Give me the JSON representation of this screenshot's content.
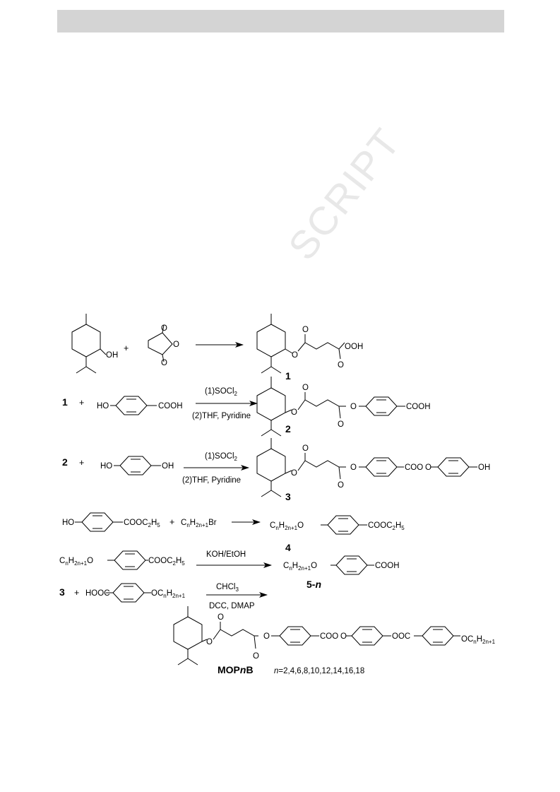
{
  "watermark": "SCRIPT",
  "row1": {
    "oh": "OH",
    "plus": "+",
    "anhydride_o1": "O",
    "anhydride_o2": "O",
    "anhydride_o3": "O",
    "product_o1": "O",
    "product_o2": "O",
    "product_oh": "OH",
    "product_o3": "O",
    "product_o4": "O",
    "compound_num": "1"
  },
  "row2": {
    "reactant_num": "1",
    "plus": "+",
    "ho": "HO",
    "cooh": "COOH",
    "cond_top": "(1)SOCl",
    "cond_top_sub": "2",
    "cond_bottom": "(2)THF, Pyridine",
    "o1": "O",
    "o2": "O",
    "o3": "O",
    "o4": "O",
    "product_cooh": "COOH",
    "compound_num": "2"
  },
  "row3": {
    "reactant_num": "2",
    "plus": "+",
    "ho": "HO",
    "oh": "OH",
    "cond_top": "(1)SOCl",
    "cond_top_sub": "2",
    "cond_bottom": "(2)THF, Pyridine",
    "o1": "O",
    "o2": "O",
    "o3": "O",
    "o4": "O",
    "coo": "COO",
    "o5": "O",
    "product_oh": "OH",
    "compound_num": "3"
  },
  "row4": {
    "ho": "HO",
    "cooc2h5": "COOC",
    "plus": "+",
    "bromide": "C",
    "product_o": "O",
    "product_cooc2h5": "COOC",
    "compound_num": "4"
  },
  "row5": {
    "o": "O",
    "cooc2h5": "COOC",
    "cond_top": "KOH/EtOH",
    "product_o": "O",
    "product_cooh": "COOH",
    "compound_num": "5-",
    "compound_italic": "n"
  },
  "row6": {
    "reactant_num": "3",
    "plus": "+",
    "hooc": "HOOC",
    "oc": "OC",
    "cond_top": "CHCl",
    "cond_top_sub": "3",
    "cond_bottom": "DCC, DMAP"
  },
  "row7": {
    "o1": "O",
    "o2": "O",
    "o3": "O",
    "o4": "O",
    "coo": "COO",
    "o5": "O",
    "ooc": "OOC",
    "oc": "OC",
    "product_name_a": "MOP",
    "product_name_b": "n",
    "product_name_c": "B",
    "n_var": "n",
    "n_values": "=2,4,6,8,10,12,14,16,18"
  }
}
